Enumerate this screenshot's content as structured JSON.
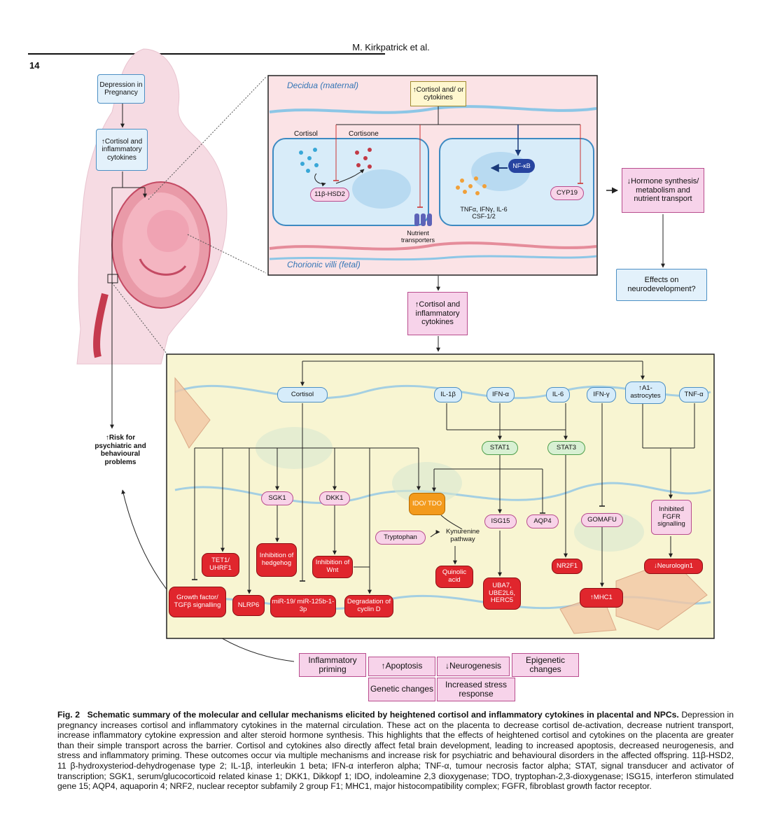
{
  "header": {
    "author": "M. Kirkpatrick et al.",
    "page_number": "14"
  },
  "left_column": {
    "depression": "Depression in Pregnancy",
    "cortisol_cytokines": "↑Cortisol and inflammatory cytokines",
    "risk": "↑Risk for psychiatric and behavioural problems"
  },
  "placenta": {
    "decidua_label": "Decidua (maternal)",
    "chorionic_label": "Chorionic villi (fetal)",
    "input_box": "↑Cortisol and/ or cytokines",
    "cortisol": "Cortisol",
    "cortisone": "Cortisone",
    "enzyme": "11β-HSD2",
    "nutrient_transporters": "Nutrient transporters",
    "nfkb": "NF-κB",
    "cytokine_list": "TNFα, IFNγ, IL-6 CSF-1/2",
    "cyp19": "CYP19",
    "hormone_box": "↓Hormone synthesis/ metabolism and nutrient transport",
    "effects_box": "Effects on neurodevelopment?"
  },
  "middle_box": "↑Cortisol and inflammatory cytokines",
  "npc": {
    "top_inputs": {
      "cortisol": "Cortisol",
      "il1b": "IL-1β",
      "ifna": "IFN-α",
      "il6": "IL-6",
      "ifng": "IFN-γ",
      "a1": "↑A1-astrocytes",
      "tnfa": "TNF-α"
    },
    "stat1": "STAT1",
    "stat3": "STAT3",
    "sgk1": "SGK1",
    "dkk1": "DKK1",
    "ido": "IDO/ TDO",
    "tryptophan": "Tryptophan",
    "kynurenine": "Kynurenine pathway",
    "isg15": "ISG15",
    "aqp4": "AQP4",
    "gomafu": "GOMAFU",
    "inhibited_fgfr": "Inhibited FGFR signalling",
    "tet1": "TET1/ UHRF1",
    "hedgehog": "Inhibition of hedgehog",
    "wnt": "Inhibition of Wnt",
    "quinolic": "Quinolic acid",
    "nr2f1": "NR2F1",
    "neuroligin": "↓Neurologin1",
    "growth_factor": "Growth factor/ TGFβ signalling",
    "nlrp6": "NLRP6",
    "mir": "miR-19/ miR-125b-1-3p",
    "cyclin": "Degradation of cyclin D",
    "uba7": "UBA7, UBE2L6, HERC5",
    "mhc1": "↑MHC1"
  },
  "outcomes": {
    "inflammatory": "Inflammatory priming",
    "apoptosis": "↑Apoptosis",
    "neurogenesis": "↓Neurogenesis",
    "epigenetic": "Epigenetic changes",
    "genetic": "Genetic changes",
    "stress": "Increased stress response"
  },
  "caption": {
    "label": "Fig. 2",
    "title": "Schematic summary of the molecular and cellular mechanisms elicited by heightened cortisol and inflammatory cytokines in placental and NPCs.",
    "body": "Depression in pregnancy increases cortisol and inflammatory cytokines in the maternal circulation. These act on the placenta to decrease cortisol de-activation, decrease nutrient transport, increase inflammatory cytokine expression and alter steroid hormone synthesis. This highlights that the effects of heightened cortisol and cytokines on the placenta are greater than their simple transport across the barrier. Cortisol and cytokines also directly affect fetal brain development, leading to increased apoptosis, decreased neurogenesis, and stress and inflammatory priming. These outcomes occur via multiple mechanisms and increase risk for psychiatric and behavioural disorders in the affected offspring. 11β-HSD2, 11 β-hydroxysteriod-dehydrogenase type 2; IL-1β, interleukin 1 beta; IFN-α interferon alpha; TNF-α, tumour necrosis factor alpha; STAT, signal transducer and activator of transcription; SGK1, serum/glucocorticoid related kinase 1; DKK1, Dikkopf 1; IDO, indoleamine 2,3 dioxygenase; TDO, tryptophan-2,3-dioxygenase; ISG15, interferon stimulated gene 15; AQP4, aquaporin 4; NRF2, nuclear receptor subfamily 2 group F1; MHC1, major histocompatibility complex; FGFR, fibroblast growth factor receptor."
  },
  "colors": {
    "red": "#e0262d",
    "pink": "#f7d3ea",
    "blue": "#e3f1fb",
    "yellow": "#f8f5d2",
    "orange": "#f39a1c",
    "green": "#d8f0d3"
  }
}
